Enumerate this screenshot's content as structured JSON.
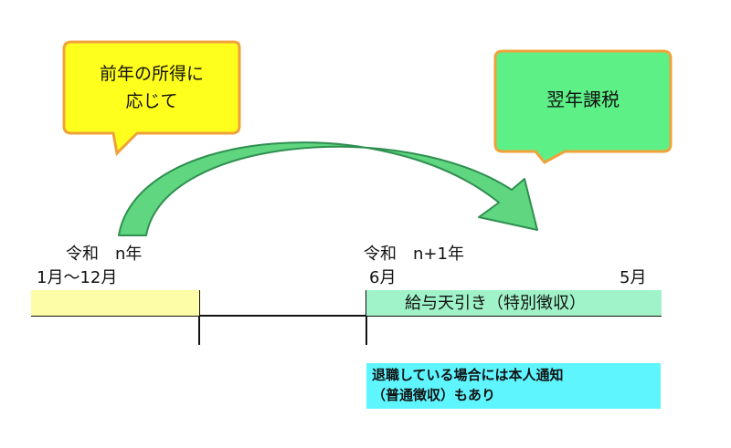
{
  "left_callout": {
    "text_line1": "前年の所得に",
    "text_line2": "応じて",
    "fill": "#ffff1e",
    "stroke": "#f0a23a"
  },
  "right_callout": {
    "text": "翌年課税",
    "fill": "#5df087",
    "stroke": "#f0a23a"
  },
  "arrow": {
    "fill": "#5fd67f",
    "stroke": "#2f8f50"
  },
  "year_n": {
    "era_label": "令和　n年",
    "period_label": "1月～12月",
    "band_color": "#fdfda8"
  },
  "year_n1": {
    "era_label": "令和　n+1年",
    "start_label": "6月",
    "end_label": "5月",
    "band_label": "給与天引き（特別徴収）",
    "band_color": "#a0f3c8"
  },
  "note": {
    "line1": "退職している場合には本人通知",
    "line2": "（普通徴収）もあり",
    "color": "#5ff5ff"
  }
}
